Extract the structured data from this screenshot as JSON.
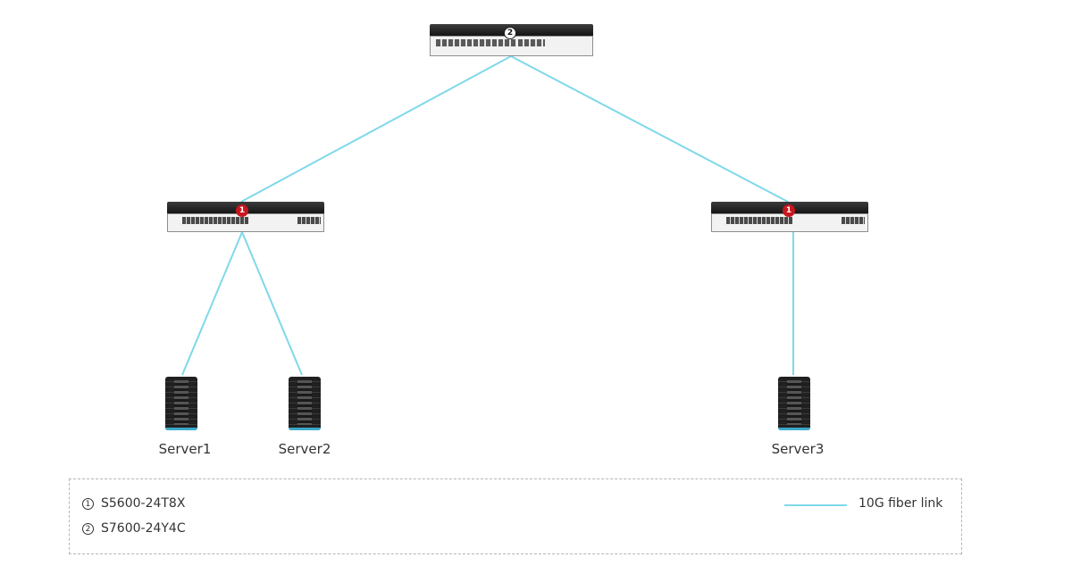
{
  "diagram": {
    "nodes": {
      "core_badge": "2",
      "agg1_badge": "1",
      "agg2_badge": "1",
      "server1": "Server1",
      "server2": "Server2",
      "server3": "Server3"
    },
    "links": [
      {
        "from": "core",
        "to": "agg1"
      },
      {
        "from": "core",
        "to": "agg2"
      },
      {
        "from": "agg1",
        "to": "server1"
      },
      {
        "from": "agg1",
        "to": "server2"
      },
      {
        "from": "agg2",
        "to": "server3"
      }
    ],
    "link_color": "#7fd8ea",
    "badge_colors": {
      "one": "#c8161d",
      "two": "#ffffff"
    }
  },
  "legend": {
    "items": [
      {
        "marker": "1",
        "text": "S5600-24T8X"
      },
      {
        "marker": "2",
        "text": "S7600-24Y4C"
      }
    ],
    "link_label": "10G fiber link"
  }
}
